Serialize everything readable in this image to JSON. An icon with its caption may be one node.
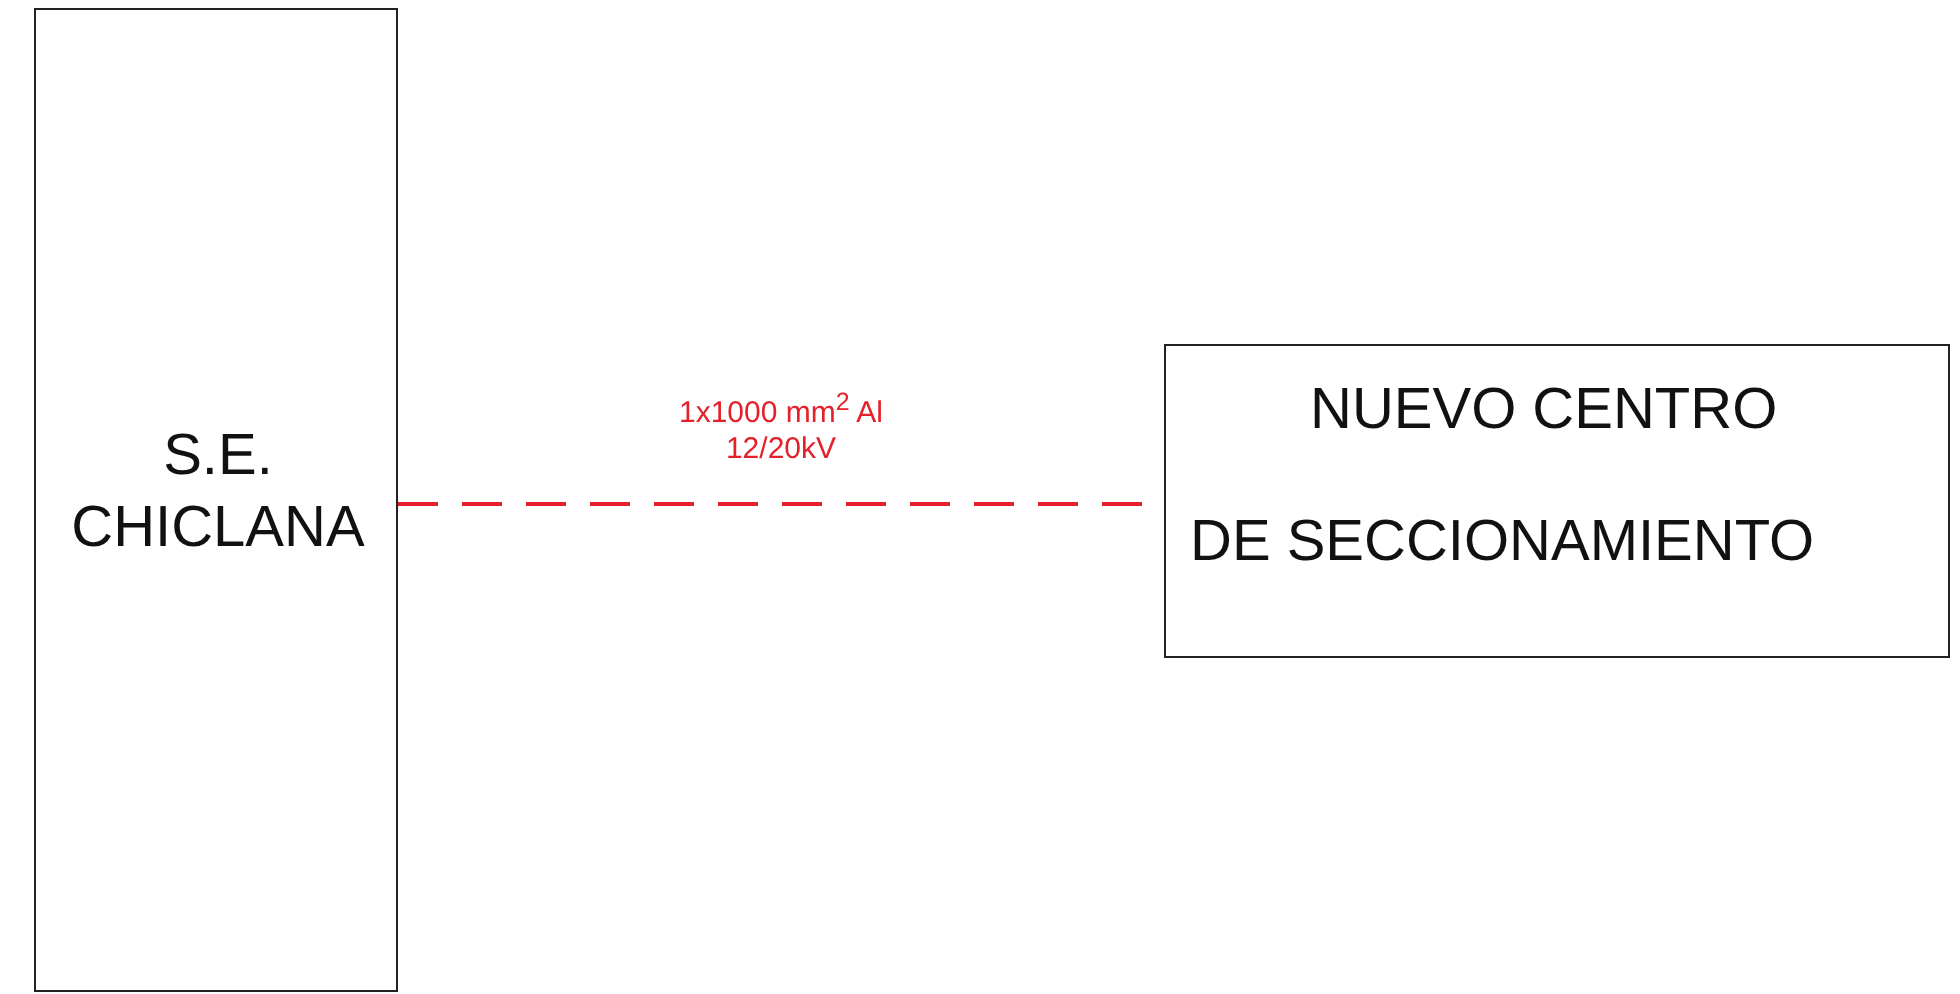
{
  "diagram": {
    "nodes": [
      {
        "text": [
          "S.E. CHICLANA"
        ]
      },
      {
        "text": [
          "NUEVO CENTRO",
          "DE SECCIONAMIENTO"
        ]
      }
    ],
    "edges": [
      {
        "from": 0,
        "to": 1,
        "arrow": "none",
        "label": "1x1000 mm$^{2}$ Al 12/20kV",
        "style": "dashed",
        "color": "#e4202a"
      }
    ]
  }
}
